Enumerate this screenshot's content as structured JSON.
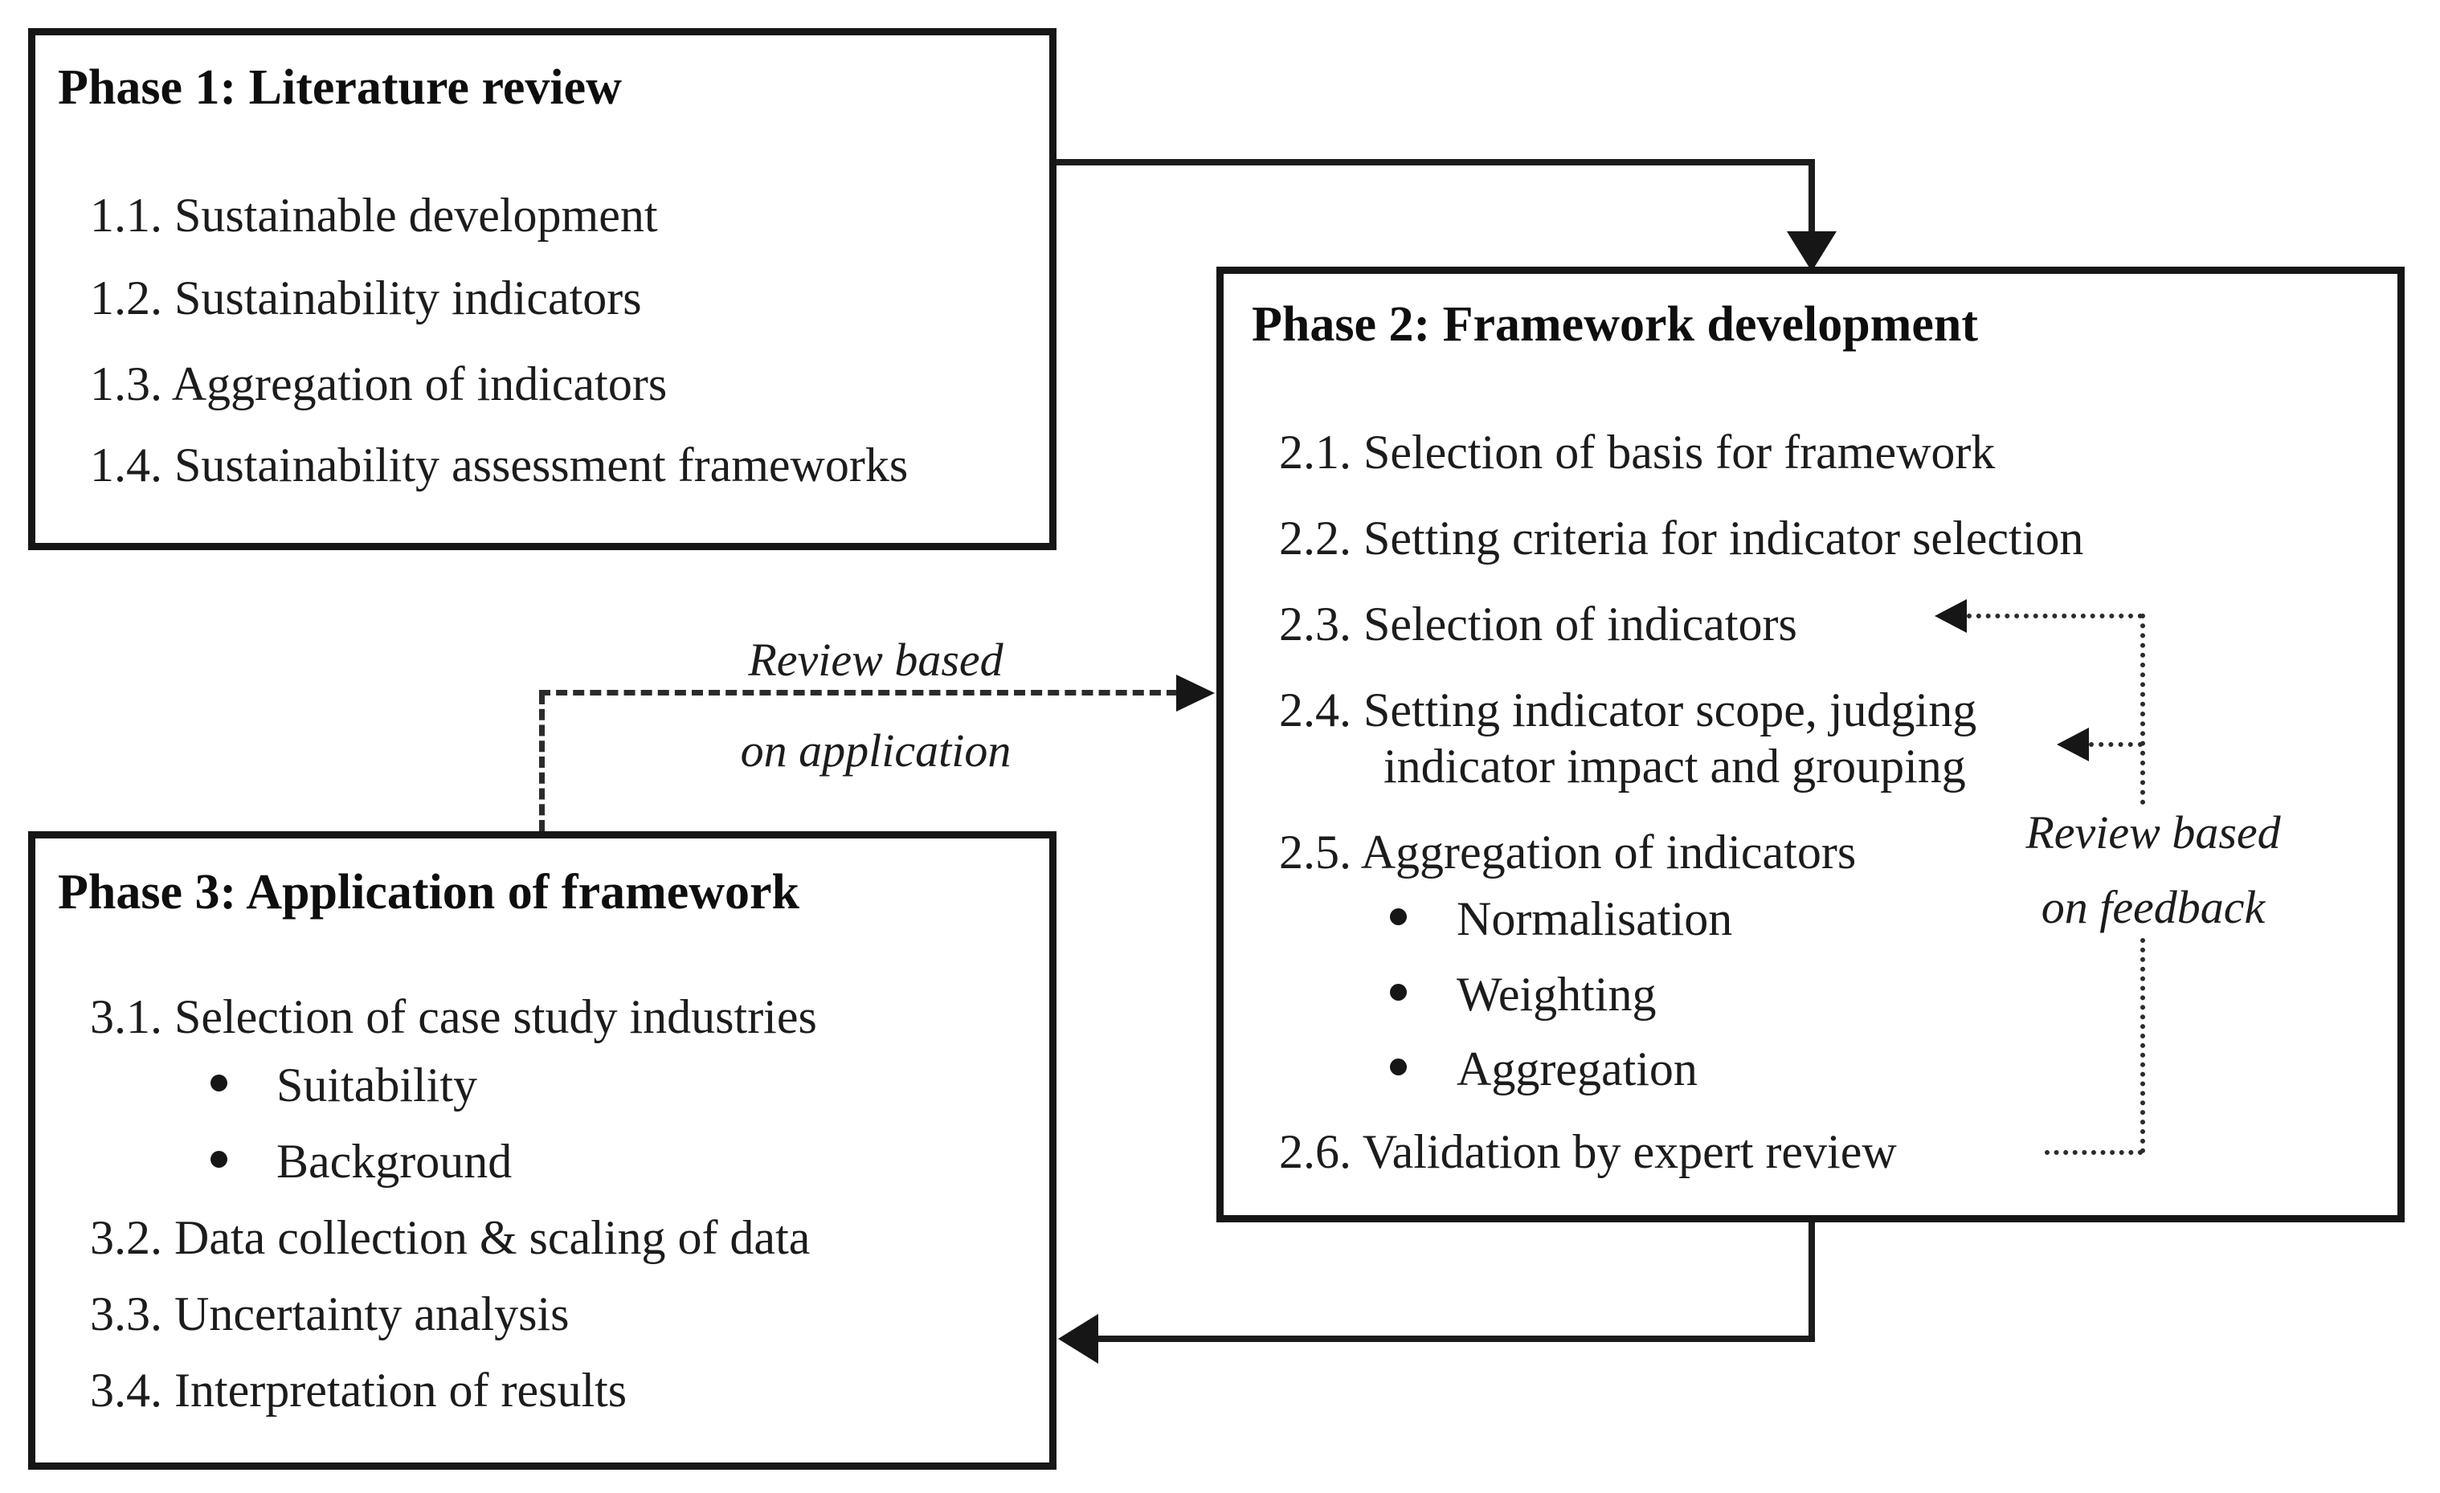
{
  "phase1": {
    "title": "Phase 1: Literature review",
    "items": [
      "1.1. Sustainable development",
      "1.2. Sustainability indicators",
      "1.3. Aggregation of indicators",
      "1.4. Sustainability assessment frameworks"
    ]
  },
  "phase2": {
    "title": "Phase 2: Framework development",
    "item_2_1": "2.1. Selection of basis for framework",
    "item_2_2": "2.2. Setting criteria for indicator selection",
    "item_2_3": "2.3. Selection of indicators",
    "item_2_4_line1": "2.4. Setting indicator scope, judging",
    "item_2_4_line2": "indicator impact and grouping",
    "item_2_5": "2.5. Aggregation of indicators",
    "bullets": [
      "Normalisation",
      "Weighting",
      "Aggregation"
    ],
    "item_2_6": "2.6. Validation by expert review"
  },
  "phase3": {
    "title": "Phase 3: Application of framework",
    "item_3_1": "3.1. Selection of case study industries",
    "bullets": [
      "Suitability",
      "Background"
    ],
    "item_3_2": "3.2. Data collection & scaling of data",
    "item_3_3": "3.3. Uncertainty analysis",
    "item_3_4": "3.4. Interpretation of results"
  },
  "annotations": {
    "review_application": {
      "line1": "Review based",
      "line2": "on application"
    },
    "review_feedback": {
      "line1": "Review based",
      "line2": "on feedback"
    }
  },
  "colors": {
    "background": "#ffffff",
    "box_border": "#161616",
    "solid_line": "#1c1c1c",
    "dashed_line": "#2b2b2b",
    "text": "#1c1c1c"
  }
}
